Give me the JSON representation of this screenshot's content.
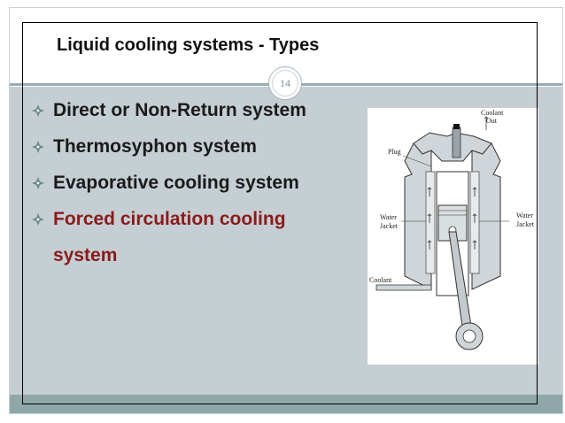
{
  "title": "Liquid cooling systems - Types",
  "page_number": "14",
  "bullets": [
    "Direct or Non-Return system",
    "Thermosyphon system",
    "Evaporative cooling system",
    "Forced circulation cooling"
  ],
  "bullet_continuation": "system",
  "figure": {
    "labels": {
      "coolant_out_1": "Coolant",
      "coolant_out_2": "Out",
      "plug": "Plug",
      "water_jacket_left_1": "Water",
      "water_jacket_left_2": "Jacket",
      "water_jacket_right_1": "Water",
      "water_jacket_right_2": "Jacket",
      "coolant_in": "Coolant"
    }
  },
  "colors": {
    "body_band": "#c5ced3",
    "footer_band": "#8fa7a9",
    "highlight_text": "#8a1b1b",
    "bullet_marker": "#6b8a8c"
  },
  "icons": {
    "bullet_marker": "four-petal-diamond-icon"
  }
}
